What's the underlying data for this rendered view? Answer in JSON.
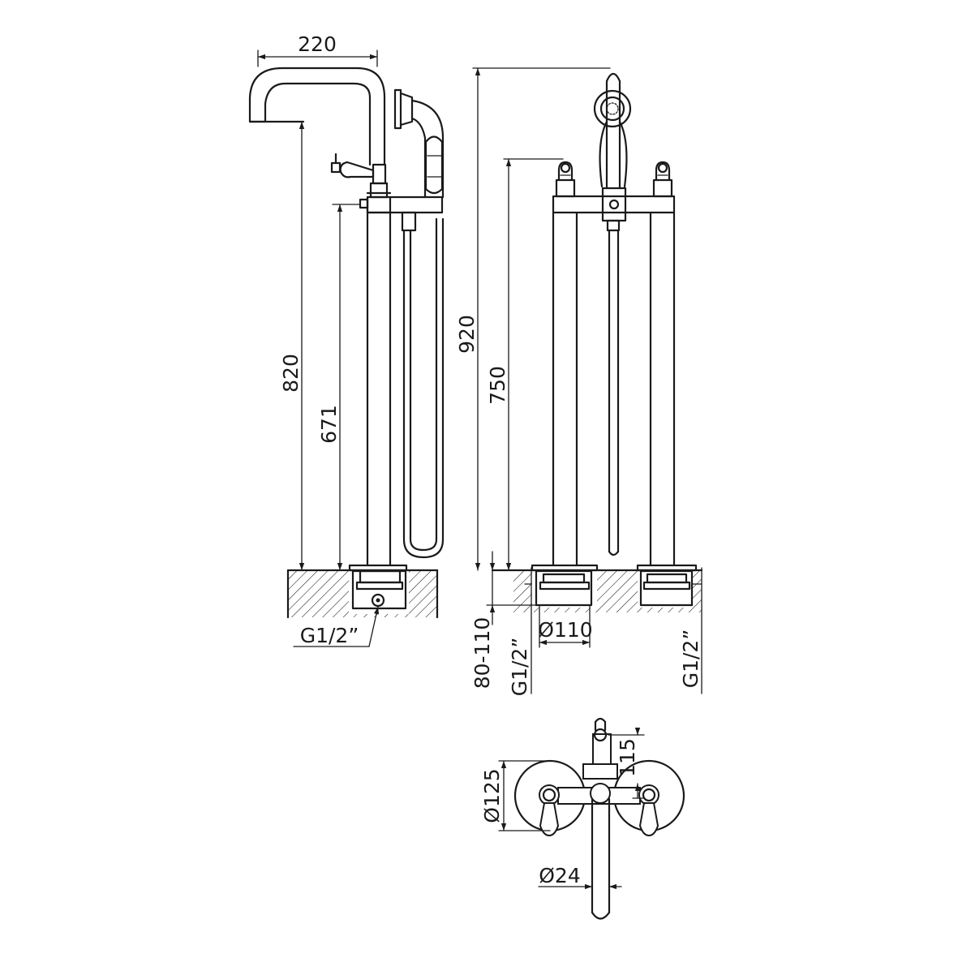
{
  "dimensions": {
    "side_spout_reach": "220",
    "side_spout_height": "820",
    "side_base_to_hose_outlet": "671",
    "side_inlet_thread": "G1/2”",
    "front_overall_height": "920",
    "front_handle_height": "750",
    "front_floor_depth": "80-110",
    "front_inlet_thread_left": "G1/2”",
    "front_inlet_thread_right": "G1/2”",
    "front_flange_diameter": "Ø110",
    "top_flange_diameter": "Ø125",
    "top_pipe_diameter": "Ø24",
    "top_hose_offset": "115"
  }
}
